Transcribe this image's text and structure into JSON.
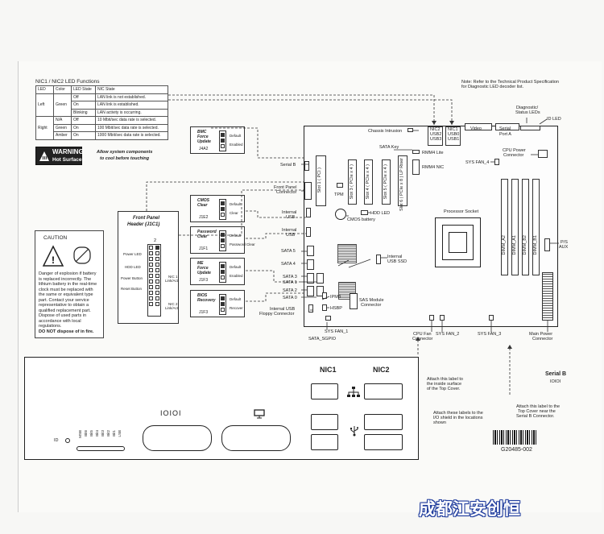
{
  "nic_led": {
    "title": "NIC1 / NIC2 LED Functions",
    "headers": [
      "LED",
      "Color",
      "LED State",
      "NIC State"
    ],
    "rows": [
      {
        "led": "",
        "color": "",
        "state": "Off",
        "nic": "LAN link is not established."
      },
      {
        "led": "Left",
        "color": "Green",
        "state": "On",
        "nic": "LAN link is established."
      },
      {
        "led": "",
        "color": "",
        "state": "Blinking",
        "nic": "LAN activity is occurring."
      },
      {
        "led": "",
        "color": "N/A",
        "state": "Off",
        "nic": "10 Mbit/sec data rate is selected."
      },
      {
        "led": "Right",
        "color": "Green",
        "state": "On",
        "nic": "100 Mbit/sec data rate is selected."
      },
      {
        "led": "",
        "color": "Amber",
        "state": "On",
        "nic": "1000 Mbit/sec data rate is selected."
      }
    ]
  },
  "note": {
    "line1": "Note: Refer to the Technical Product Specification",
    "line2": "for Diagnostic LED decoder list."
  },
  "warning": {
    "title": "WARNING",
    "subtitle": "Hot Surfaces",
    "text1": "Allow system components",
    "text2": "to cool before touching"
  },
  "caution": {
    "title": "CAUTION",
    "lines": [
      "Danger of explosion if battery",
      "is replaced incorrectly. The",
      "lithium battery in the real-time",
      "clock must be replaced with",
      "the same or equivalent type",
      "part. Contact your service",
      "representative to obtain a",
      "qualified replacement part.",
      "Dispose of used parts in",
      "accordance with local",
      "regulations."
    ],
    "last": "DO NOT dispose of in fire."
  },
  "front_panel": {
    "title1": "Front Panel",
    "title2": "Header (J1C1)",
    "pin2": "2",
    "pin1": "1",
    "labels": [
      "Power LED",
      "HDD LED",
      "Power Button",
      "Reset Button"
    ],
    "nic1": "NIC 1",
    "nic1b": "Link/Act",
    "nic2": "NIC 2",
    "nic2b": "Link/Act"
  },
  "jumpers": [
    {
      "name1": "BMC",
      "name2": "Force",
      "name3": "Update",
      "id": "J4A2",
      "opt1": "Default",
      "opt2": "Enabled"
    },
    {
      "name1": "CMOS",
      "name2": "Clear",
      "name3": "",
      "id": "J1E2",
      "opt1": "Default",
      "opt2": "Clear"
    },
    {
      "name1": "Password",
      "name2": "Clear",
      "name3": "",
      "id": "J1F1",
      "opt1": "Default",
      "opt2": "Password Clear"
    },
    {
      "name1": "ME",
      "name2": "Force",
      "name3": "Update",
      "id": "J1F3",
      "opt1": "Default",
      "opt2": "Enabled"
    },
    {
      "name1": "BIOS",
      "name2": "Recovery",
      "name3": "",
      "id": "J1F3",
      "opt1": "Default",
      "opt2": "Recover"
    }
  ],
  "board_labels": {
    "chassis_intrusion": "Chassis Intrusion",
    "nic2": "NIC2",
    "usb2": "USB2",
    "usb3": "USB3",
    "nic1": "NIC1",
    "usb0": "USB0",
    "usb1": "USB1",
    "video": "Video",
    "serial_port_a1": "Serial",
    "serial_port_a2": "Port A",
    "diag1": "Diagnostic/",
    "diag2": "Status LEDs",
    "id_led": "ID LED",
    "sata_key": "SATA Key",
    "rmm4_lite": "RMM4 Lite",
    "rmm4_nic": "RMM4 NIC",
    "serial_b": "Serial B",
    "front_panel_connector1": "Front Panel",
    "front_panel_connector2": "Connector",
    "cpu_power1": "CPU Power",
    "cpu_power2": "Connector",
    "sys_fan_4": "SYS FAN_4",
    "slot1": "Slot 1 ( PCI )",
    "slot3": "Slot 3 ( PCIe x 4 )",
    "slot4": "Slot 4 ( PCIe x 4 )",
    "slot5": "Slot 5 ( PCIe x 4 )",
    "slot6": "Slot 6 ( PCIe x 8 ) LP Riser",
    "tpm": "TPM",
    "hdd_led": "HDD LED",
    "cmos_battery": "CMOS battery",
    "internal_usb1": "Internal",
    "internal_usb2": "USB",
    "processor_socket": "Processor Socket",
    "dimm_a2": "DIMM_A2",
    "dimm_a1": "DIMM_A1",
    "dimm_b2": "DIMM_B2",
    "dimm_b1": "DIMM_B1",
    "ps_aux1": "P/S",
    "ps_aux2": "AUX",
    "sata5": "SATA 5",
    "sata4": "SATA 4",
    "sata3": "SATA 3",
    "sata2": "SATA 2",
    "sata1": "SATA 1",
    "sata0": "SATA 0",
    "internal_usb_ssd1": "Internal",
    "internal_usb_ssd2": "USB SSD",
    "ipmb": "IPMB",
    "hsbp": "HSBP",
    "sas_module1": "SAS Module",
    "sas_module2": "Connector",
    "internal_usb_floppy1": "Internal USB",
    "internal_usb_floppy2": "Floppy Connector",
    "sys_fan_1": "SYS FAN_1",
    "sata_sgpio": "SATA_SGPIO",
    "cpu_fan1": "CPU Fan",
    "cpu_fan2": "Connector",
    "sys_fan_2": "SYS FAN_2",
    "sys_fan_3": "SYS FAN_3",
    "main_power1": "Main Power",
    "main_power2": "Connector"
  },
  "io_shield": {
    "nic1": "NIC1",
    "nic2": "NIC2",
    "serial": "IOIOI",
    "id": "ID",
    "diag_leds": [
      "MSB",
      "Bit6",
      "Bit5",
      "Bit4",
      "Bit3",
      "Bit2",
      "Bit1",
      "LSB"
    ]
  },
  "notes_right": {
    "a1": "Attach this label to",
    "a2": "the inside surface",
    "a3": "of the Top Cover.",
    "b1": "Attach these labels to the",
    "b2": "I/O shield in the locations",
    "b3": "shown",
    "serial_b_title": "Serial B",
    "serial_b_icon": "IOIOI",
    "c1": "Attach this label to the",
    "c2": "Top Cover near the",
    "c3": "Serial B Connector."
  },
  "part_number": "G20485-002",
  "watermark": "成都江安创恒"
}
